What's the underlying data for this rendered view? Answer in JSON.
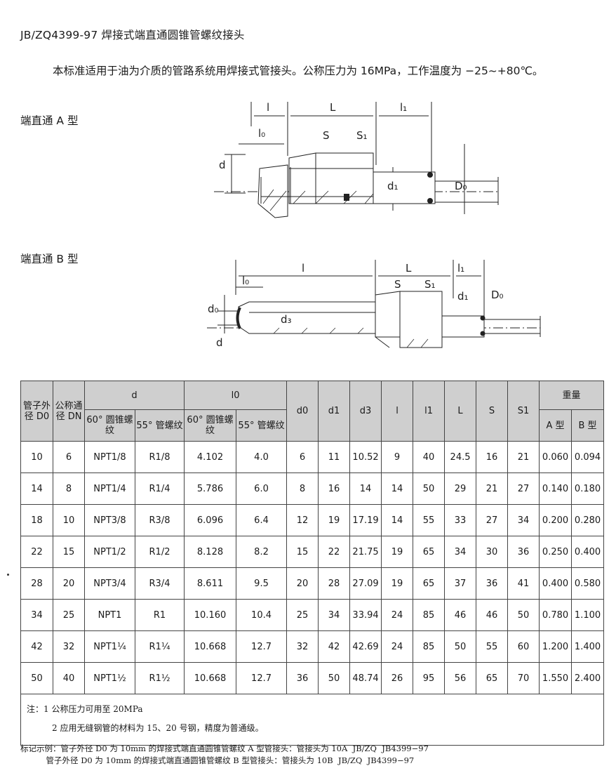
{
  "title": "JB/ZQ4399-97 焊接式端直通圆锥管螺纹接头",
  "intro": "本标准适用于油为介质的管路系统用焊接式管接头。公称压力为 16MPa，工作温度为 −25~+80℃。",
  "sections": {
    "type_a": "端直通 A 型",
    "type_b": "端直通 B 型"
  },
  "drawing_a_labels": {
    "l": "l",
    "L": "L",
    "l1": "l₁",
    "l0": "l₀",
    "S": "S",
    "S1": "S₁",
    "d": "d",
    "d1": "d₁",
    "D0": "D₀"
  },
  "drawing_b_labels": {
    "l": "l",
    "L": "L",
    "l1": "l₁",
    "l0": "l₀",
    "S": "S",
    "S1": "S₁",
    "d0": "d₀",
    "d3": "d₃",
    "d1": "d₁",
    "D0": "D₀",
    "d": "d"
  },
  "table": {
    "headers": {
      "pipe_od": "管子外径 D0",
      "dn": "公称通径 DN",
      "d": "d",
      "d_60": "60° 圆锥螺纹",
      "d_55": "55° 管螺纹",
      "l0": "l0",
      "l0_60": "60° 圆锥螺纹",
      "l0_55": "55° 管螺纹",
      "d0": "d0",
      "d1": "d1",
      "d3": "d3",
      "l": "l",
      "l1": "l1",
      "L": "L",
      "S": "S",
      "S1": "S1",
      "weight": "重量",
      "weight_a": "A 型",
      "weight_b": "B 型"
    },
    "rows": [
      [
        "10",
        "6",
        "NPT1/8",
        "R1/8",
        "4.102",
        "4.0",
        "6",
        "11",
        "10.52",
        "9",
        "40",
        "24.5",
        "16",
        "21",
        "0.060",
        "0.094"
      ],
      [
        "14",
        "8",
        "NPT1/4",
        "R1/4",
        "5.786",
        "6.0",
        "8",
        "16",
        "14",
        "14",
        "50",
        "29",
        "21",
        "27",
        "0.140",
        "0.180"
      ],
      [
        "18",
        "10",
        "NPT3/8",
        "R3/8",
        "6.096",
        "6.4",
        "12",
        "19",
        "17.19",
        "14",
        "55",
        "33",
        "27",
        "34",
        "0.200",
        "0.280"
      ],
      [
        "22",
        "15",
        "NPT1/2",
        "R1/2",
        "8.128",
        "8.2",
        "15",
        "22",
        "21.75",
        "19",
        "65",
        "34",
        "30",
        "36",
        "0.250",
        "0.400"
      ],
      [
        "28",
        "20",
        "NPT3/4",
        "R3/4",
        "8.611",
        "9.5",
        "20",
        "28",
        "27.09",
        "19",
        "65",
        "37",
        "36",
        "41",
        "0.400",
        "0.580"
      ],
      [
        "34",
        "25",
        "NPT1",
        "R1",
        "10.160",
        "10.4",
        "25",
        "34",
        "33.94",
        "24",
        "85",
        "46",
        "46",
        "50",
        "0.780",
        "1.100"
      ],
      [
        "42",
        "32",
        "NPT1¼",
        "R1¼",
        "10.668",
        "12.7",
        "32",
        "42",
        "42.69",
        "24",
        "85",
        "50",
        "55",
        "60",
        "1.200",
        "1.400"
      ],
      [
        "50",
        "40",
        "NPT1½",
        "R1½",
        "10.668",
        "12.7",
        "36",
        "50",
        "48.74",
        "26",
        "95",
        "56",
        "65",
        "70",
        "1.550",
        "2.400"
      ]
    ],
    "notes": [
      "注：1  公称压力可用至 20MPa",
      "2  应用无缝钢管的材料为 15、20 号钢，精度为普通级。"
    ]
  },
  "marking": {
    "line1": "标记示例：管子外径 D0 为 10mm 的焊接式端直通圆锥管螺纹 A 型管接头：管接头为 10A  JB/ZQ  JB4399−97",
    "line2": "          管子外径 D0 为 10mm 的焊接式端直通圆锥管螺纹 B 型管接头：管接头为 10B  JB/ZQ  JB4399−97"
  }
}
